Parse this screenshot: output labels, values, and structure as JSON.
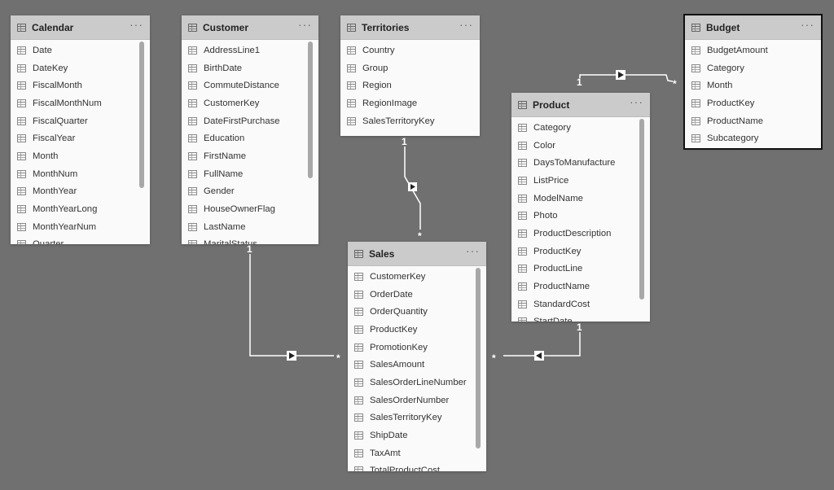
{
  "tables": {
    "calendar": {
      "title": "Calendar",
      "fields": [
        "Date",
        "DateKey",
        "FiscalMonth",
        "FiscalMonthNum",
        "FiscalQuarter",
        "FiscalYear",
        "Month",
        "MonthNum",
        "MonthYear",
        "MonthYearLong",
        "MonthYearNum",
        "Quarter"
      ]
    },
    "customer": {
      "title": "Customer",
      "fields": [
        "AddressLine1",
        "BirthDate",
        "CommuteDistance",
        "CustomerKey",
        "DateFirstPurchase",
        "Education",
        "FirstName",
        "FullName",
        "Gender",
        "HouseOwnerFlag",
        "LastName",
        "MaritalStatus"
      ]
    },
    "territories": {
      "title": "Territories",
      "fields": [
        "Country",
        "Group",
        "Region",
        "RegionImage",
        "SalesTerritoryKey"
      ]
    },
    "budget": {
      "title": "Budget",
      "fields": [
        "BudgetAmount",
        "Category",
        "Month",
        "ProductKey",
        "ProductName",
        "Subcategory"
      ]
    },
    "product": {
      "title": "Product",
      "fields": [
        "Category",
        "Color",
        "DaysToManufacture",
        "ListPrice",
        "ModelName",
        "Photo",
        "ProductDescription",
        "ProductKey",
        "ProductLine",
        "ProductName",
        "StandardCost",
        "StartDate"
      ]
    },
    "sales": {
      "title": "Sales",
      "fields": [
        "CustomerKey",
        "OrderDate",
        "OrderQuantity",
        "ProductKey",
        "PromotionKey",
        "SalesAmount",
        "SalesOrderLineNumber",
        "SalesOrderNumber",
        "SalesTerritoryKey",
        "ShipDate",
        "TaxAmt",
        "TotalProductCost"
      ]
    }
  },
  "header_menu": "···",
  "relationships": {
    "one": "1",
    "many": "*"
  },
  "colors": {
    "canvas": "#707070",
    "header": "#cbcbcb",
    "card": "#fafafa",
    "line": "#ffffff"
  }
}
